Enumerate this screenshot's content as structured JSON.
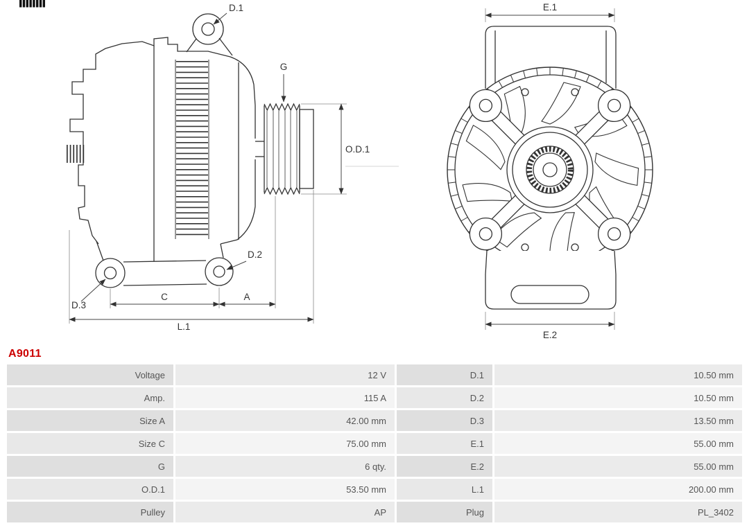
{
  "part_number": "A9011",
  "colors": {
    "part_number": "#cc0000",
    "line": "#333333",
    "table_text": "#555555"
  },
  "diagram": {
    "side_view": {
      "labels": {
        "d1": "D.1",
        "g": "G",
        "od1": "O.D.1",
        "d2": "D.2",
        "d3": "D.3",
        "c": "C",
        "a": "A",
        "l1": "L.1"
      }
    },
    "front_view": {
      "labels": {
        "e1": "E.1",
        "e2": "E.2"
      }
    }
  },
  "spec_table": {
    "rows": [
      {
        "label1": "Voltage",
        "value1": "12 V",
        "label2": "D.1",
        "value2": "10.50 mm"
      },
      {
        "label1": "Amp.",
        "value1": "115 A",
        "label2": "D.2",
        "value2": "10.50 mm"
      },
      {
        "label1": "Size A",
        "value1": "42.00 mm",
        "label2": "D.3",
        "value2": "13.50 mm"
      },
      {
        "label1": "Size C",
        "value1": "75.00 mm",
        "label2": "E.1",
        "value2": "55.00 mm"
      },
      {
        "label1": "G",
        "value1": "6 qty.",
        "label2": "E.2",
        "value2": "55.00 mm"
      },
      {
        "label1": "O.D.1",
        "value1": "53.50 mm",
        "label2": "L.1",
        "value2": "200.00 mm"
      },
      {
        "label1": "Pulley",
        "value1": "AP",
        "label2": "Plug",
        "value2": "PL_3402"
      }
    ]
  }
}
